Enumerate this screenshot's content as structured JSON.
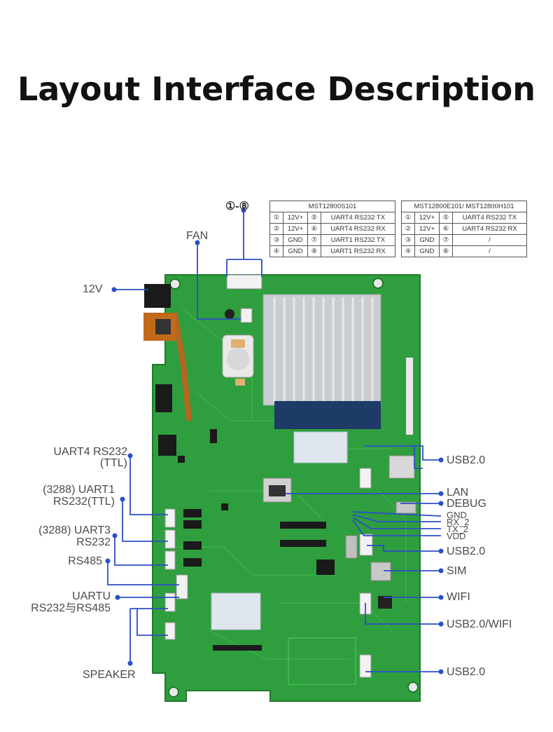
{
  "title": "Layout Interface Description",
  "pin_range_label": "①-⑧",
  "tables": [
    {
      "model": "MST12800S101",
      "rows": [
        [
          "①",
          "12V+",
          "⑤",
          "UART4 RS232 TX"
        ],
        [
          "②",
          "12V+",
          "⑥",
          "UART4 RS232 RX"
        ],
        [
          "③",
          "GND",
          "⑦",
          "UART1 RS232 TX"
        ],
        [
          "④",
          "GND",
          "⑧",
          "UART1 RS232 RX"
        ]
      ]
    },
    {
      "model": "MST12800E101/ MST12800H101",
      "rows": [
        [
          "①",
          "12V+",
          "⑤",
          "UART4 RS232 TX"
        ],
        [
          "②",
          "12V+",
          "⑥",
          "UART4 RS232 RX"
        ],
        [
          "③",
          "GND",
          "⑦",
          "/"
        ],
        [
          "④",
          "GND",
          "⑧",
          "/"
        ]
      ]
    }
  ],
  "labels": {
    "fan": "FAN",
    "v12": "12V",
    "uart4_a": "UART4 RS232",
    "uart4_b": "(TTL)",
    "uart1_a": "(3288) UART1",
    "uart1_b": "RS232(TTL)",
    "uart3_a": "(3288) UART3",
    "uart3_b": "RS232",
    "rs485": "RS485",
    "uartu_a": "UARTU",
    "uartu_b": "RS232与RS485",
    "speaker": "SPEAKER",
    "usb_1": "USB2.0",
    "lan": "LAN",
    "debug": "DEBUG",
    "gnd": "GND",
    "rx2": "RX_2",
    "tx2": "TX_2",
    "vdd": "VDD",
    "usb_2": "USB2.0",
    "sim": "SIM",
    "wifi": "WIFI",
    "usb_wifi": "USB2.0/WIFI",
    "usb_3": "USB2.0"
  },
  "colors": {
    "pcb": "#2f9e3e",
    "pcb_dark": "#1f7a2c",
    "leader": "#2b4fc7",
    "heatsink": "#c9cdd2"
  }
}
